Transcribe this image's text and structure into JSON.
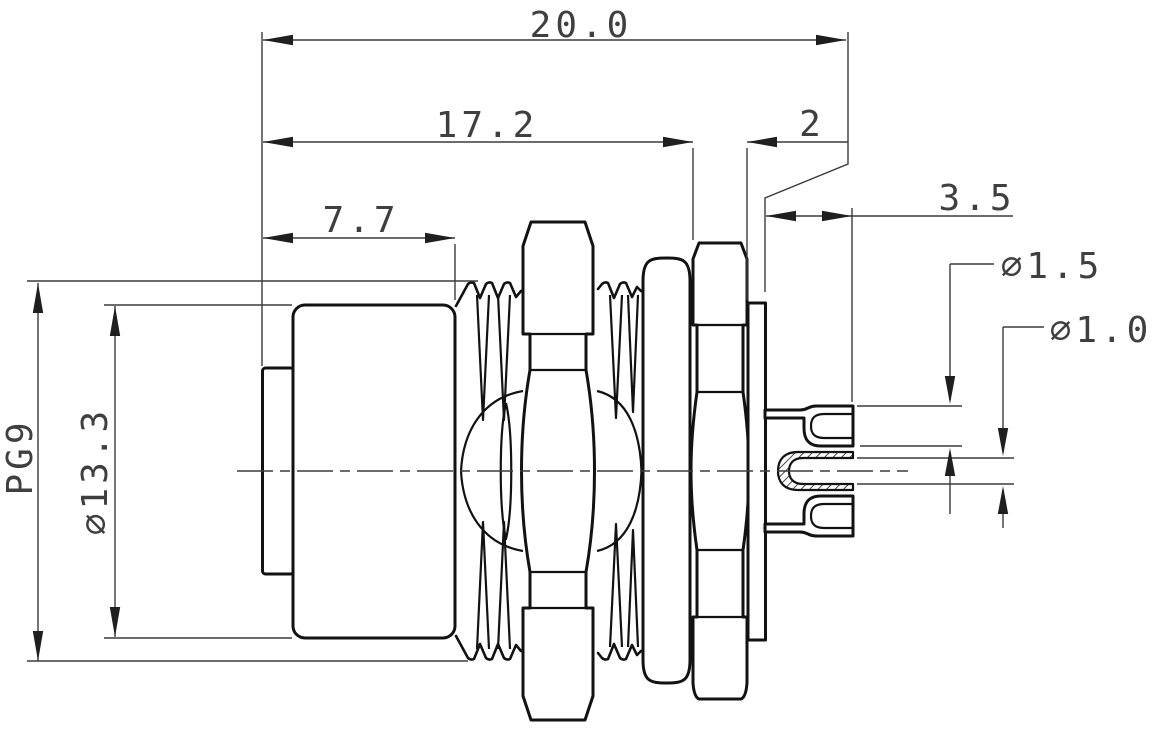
{
  "colors": {
    "background": "#ffffff",
    "object_line": "#121212",
    "thin_line": "#3c3c3c",
    "text": "#3f3f3f"
  },
  "dimensions": {
    "total_length": "20.0",
    "body_to_nut_length": "17.2",
    "nut_thickness": "2",
    "solder_tail_length": "3.5",
    "front_section_length": "7.7",
    "solder_cup_outer_diameter": "∅1.5",
    "solder_cup_inner_diameter": "∅1.0",
    "body_diameter": "∅13.3",
    "panel_thread": "PG9"
  }
}
